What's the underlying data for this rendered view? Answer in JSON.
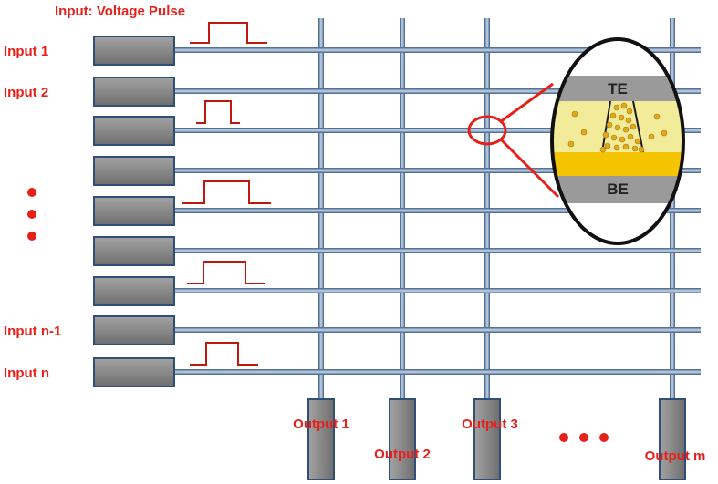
{
  "title": "Input: Voltage Pulse",
  "inputs": [
    {
      "label": "Input 1",
      "pulse": true
    },
    {
      "label": "Input 2",
      "pulse": false
    },
    {
      "label": "",
      "pulse": true
    },
    {
      "label": "",
      "pulse": false
    },
    {
      "label": "",
      "pulse": true
    },
    {
      "label": "",
      "pulse": false
    },
    {
      "label": "",
      "pulse": true
    },
    {
      "label": "Input n-1",
      "pulse": false
    },
    {
      "label": "Input n",
      "pulse": true
    }
  ],
  "outputs": [
    "Output 1",
    "Output 2",
    "Output 3",
    "Output m"
  ],
  "cell": {
    "top_electrode": "TE",
    "bottom_electrode": "BE"
  },
  "colors": {
    "accent": "#e8201a",
    "wire": "#5f7fa3",
    "driver": "#8a8a8a",
    "driver_border": "#2f4e78",
    "switching_layer": "#f2ec9a",
    "filament": "#e0b21e",
    "bottom_layer": "#f5c400",
    "electrode": "#9a9a9a"
  }
}
